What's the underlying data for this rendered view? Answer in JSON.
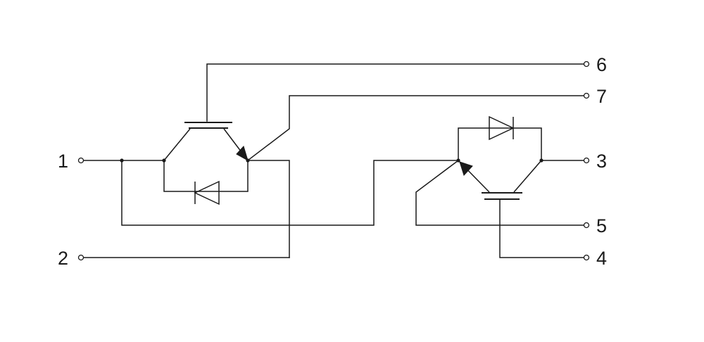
{
  "terminals": {
    "t1": "1",
    "t2": "2",
    "t3": "3",
    "t4": "4",
    "t5": "5",
    "t6": "6",
    "t7": "7"
  },
  "colors": {
    "line": "#1a1a1a",
    "background": "#ffffff"
  }
}
